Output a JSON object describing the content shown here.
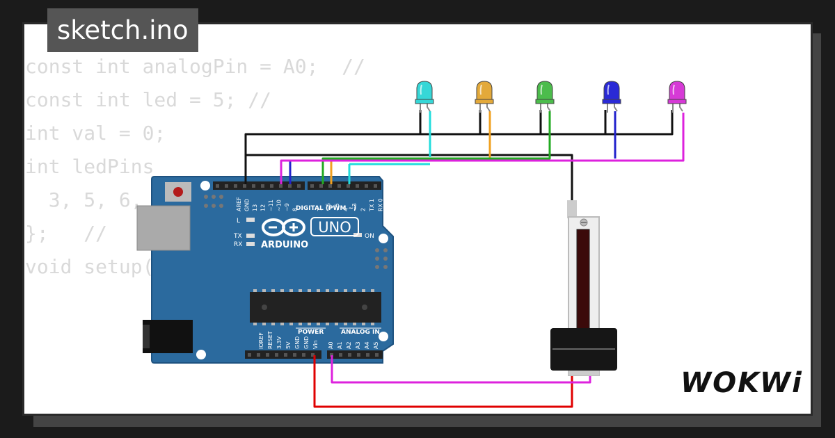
{
  "tab": {
    "filename": "sketch.ino"
  },
  "code_lines": [
    "const int analogPin = A0;  //",
    "const int led = 5; //",
    "",
    "int val = 0;",
    "",
    "int ledPins",
    "  3, 5, 6, 9,",
    "};   //",
    "",
    "void setup() {"
  ],
  "board": {
    "brand": "ARDUINO",
    "model": "UNO",
    "digital_header": "DIGITAL (PWM ~)",
    "power_header": "POWER",
    "analog_header": "ANALOG IN",
    "on_label": "ON",
    "l_label": "L",
    "tx_label": "TX",
    "rx_label": "RX",
    "digital_pins": [
      "AREF",
      "GND",
      "13",
      "12",
      "~11",
      "~10",
      "~9",
      "8",
      "7",
      "~6",
      "~5",
      "4",
      "~3",
      "2",
      "TX 1",
      "RX 0"
    ],
    "power_pins": [
      "IOREF",
      "RESET",
      "3.3V",
      "5V",
      "GND",
      "GND",
      "Vin"
    ],
    "analog_pins": [
      "A0",
      "A1",
      "A2",
      "A3",
      "A4",
      "A5"
    ]
  },
  "leds": [
    {
      "color": "cyan",
      "hex": "#36d7d7"
    },
    {
      "color": "orange",
      "hex": "#e3a93a"
    },
    {
      "color": "green",
      "hex": "#4cbc4c"
    },
    {
      "color": "blue",
      "hex": "#2a2ad6"
    },
    {
      "color": "magenta",
      "hex": "#d63ad6"
    }
  ],
  "component": {
    "type": "slide-potentiometer"
  },
  "branding": {
    "logo": "WOKWi"
  },
  "colors": {
    "wire_black": "#111111",
    "wire_red": "#e00000",
    "wire_magenta": "#dd22dd",
    "wire_cyan": "#22dddd",
    "wire_orange": "#f0a020",
    "wire_green": "#22aa22",
    "wire_blue": "#2222cc",
    "board": "#2b6a9e"
  }
}
